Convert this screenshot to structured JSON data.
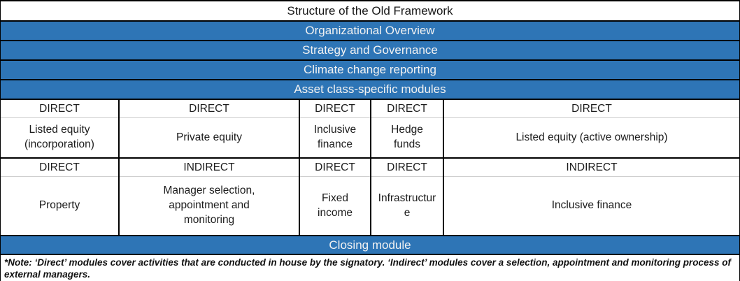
{
  "title": "Structure of the Old Framework",
  "colors": {
    "header_blue": "#2E75B6",
    "bar_text": "#F2F2F2",
    "grid_border": "#000000",
    "cell_divider": "#CFCFCF"
  },
  "module_bars": [
    "Organizational Overview",
    "Strategy and Governance",
    "Climate change reporting",
    "Asset class-specific modules"
  ],
  "asset_grid": {
    "row1": {
      "types": [
        "DIRECT",
        "DIRECT",
        "DIRECT",
        "DIRECT",
        "DIRECT"
      ],
      "modules": [
        "Listed equity (incorporation)",
        "Private equity",
        "Inclusive finance",
        "Hedge funds",
        "Listed equity (active ownership)"
      ]
    },
    "row2": {
      "types": [
        "DIRECT",
        "INDIRECT",
        "DIRECT",
        "DIRECT",
        "INDIRECT"
      ],
      "modules": [
        "Property",
        "Manager selection, appointment and monitoring",
        "Fixed income",
        "Infrastructure",
        "Inclusive finance"
      ]
    }
  },
  "closing_bar": "Closing module",
  "footnote": "*Note: ‘Direct’ modules cover activities that are conducted in house by the signatory. ‘Indirect’ modules cover a selection, appointment and monitoring process of external managers."
}
